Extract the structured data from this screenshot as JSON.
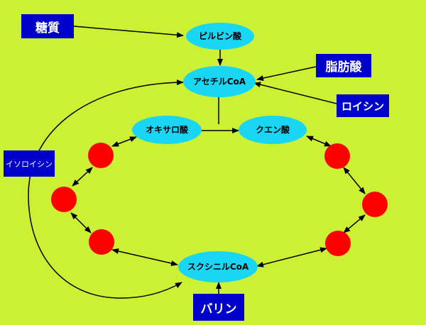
{
  "colors": {
    "background": "#ccf033",
    "metabolite_fill": "#1ad6f5",
    "intermediate_fill": "#ff0000",
    "amino_box_fill": "#0000cc",
    "amino_box_text": "#ffffff"
  },
  "nodes": {
    "pyruvate": "ピルビン酸",
    "acetyl_coa": "アセチルCoA",
    "oxaloacetate": "オキサロ酸",
    "citrate": "クエン酸",
    "succinyl_coa": "スクシニルCoA"
  },
  "sources": {
    "carbohydrate": "糖質",
    "fatty_acid": "脂肪酸",
    "leucine": "ロイシン",
    "isoleucine": "イソロイシン",
    "valine": "バリン"
  }
}
